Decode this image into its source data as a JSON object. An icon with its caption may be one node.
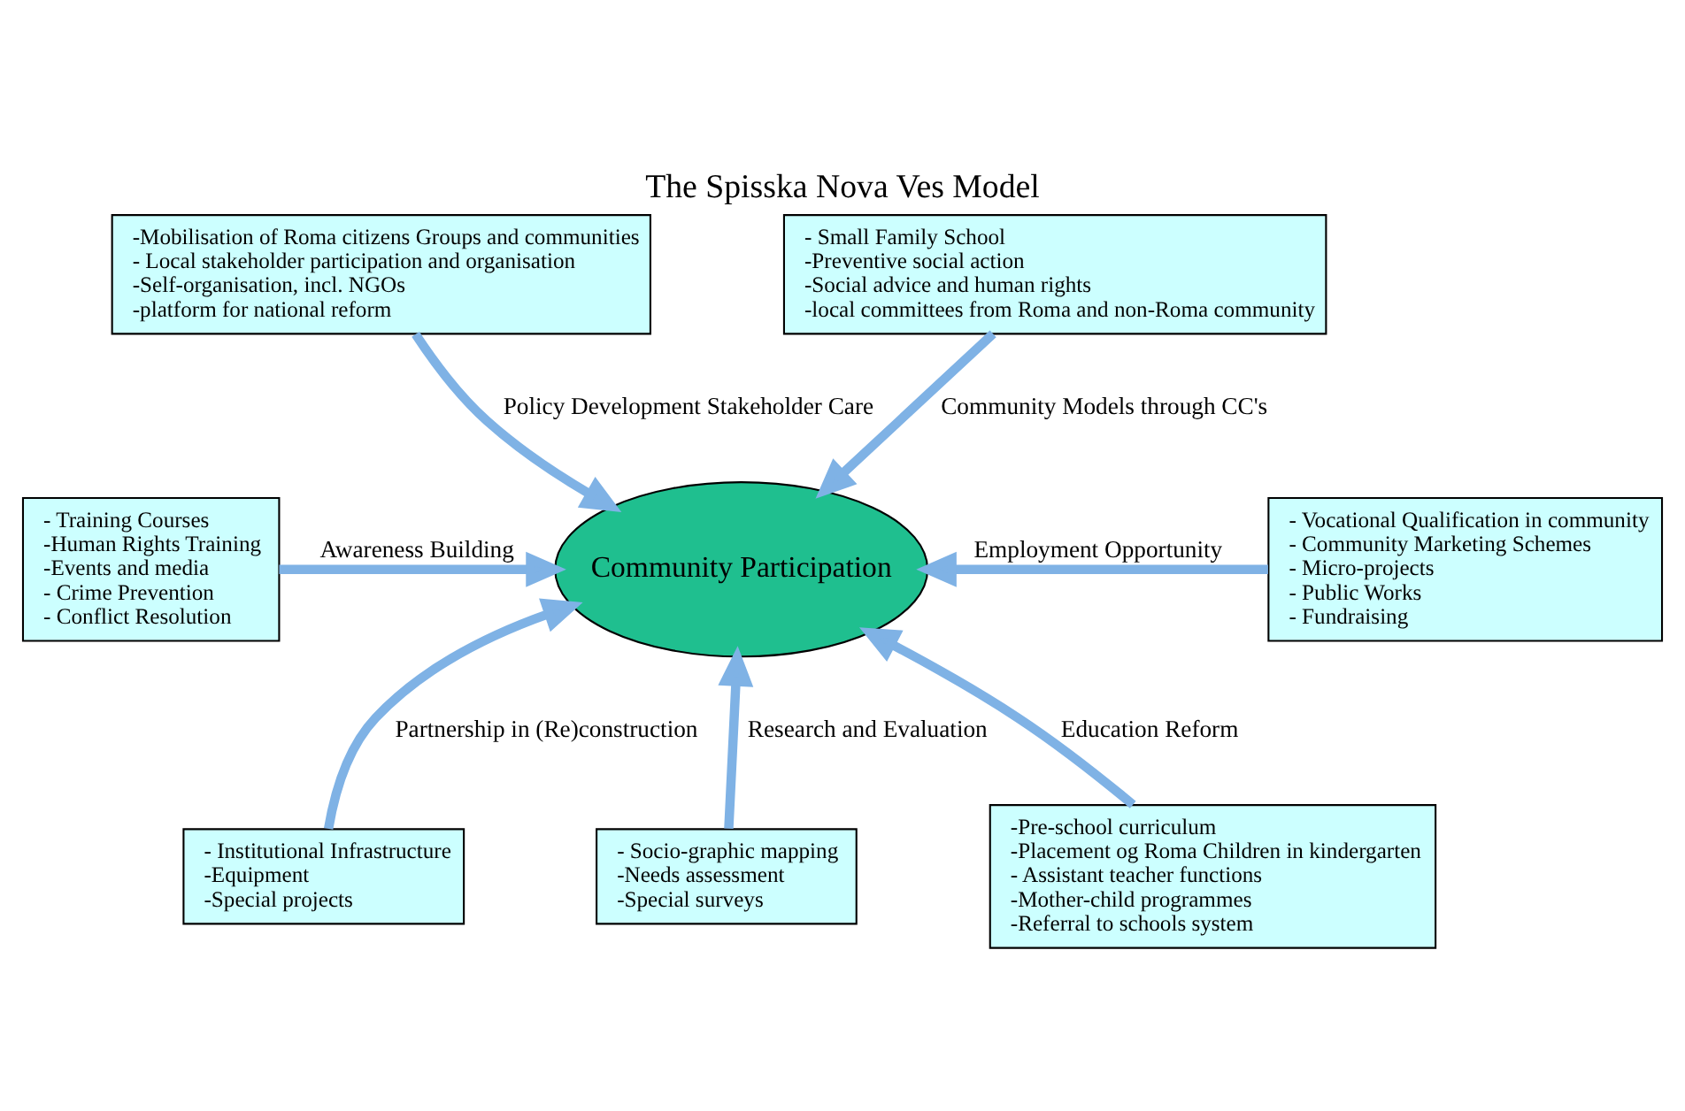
{
  "diagram": {
    "title": "The Spisska Nova Ves Model",
    "nodes": [
      {
        "text": [
          "Community Participation"
        ]
      },
      {
        "text": [
          "-Mobilisation of Roma citizens Groups and communities",
          "- Local stakeholder participation and organisation",
          "-Self-organisation, incl. NGOs",
          "-platform for national reform"
        ]
      },
      {
        "text": [
          "- Small Family School",
          "-Preventive social action",
          "-Social advice and human rights",
          "-local committees from Roma and non-Roma community"
        ]
      },
      {
        "text": [
          "- Training Courses",
          "-Human Rights Training",
          "-Events and media",
          "- Crime Prevention",
          "- Conflict Resolution"
        ]
      },
      {
        "text": [
          "- Vocational Qualification in community",
          "- Community Marketing Schemes",
          "- Micro-projects",
          "- Public Works",
          "- Fundraising"
        ]
      },
      {
        "text": [
          "- Institutional Infrastructure",
          "-Equipment",
          "-Special projects"
        ]
      },
      {
        "text": [
          "- Socio-graphic mapping",
          "-Needs assessment",
          "-Special surveys"
        ]
      },
      {
        "text": [
          "-Pre-school curriculum",
          "-Placement og Roma Children in kindergarten",
          "- Assistant teacher functions",
          "-Mother-child programmes",
          "-Referral to schools system"
        ]
      }
    ],
    "edges": [
      {
        "from": 1,
        "to": 0,
        "arrow": "to",
        "label": "Policy Development Stakeholder Care"
      },
      {
        "from": 2,
        "to": 0,
        "arrow": "to",
        "label": "Community Models through CC's"
      },
      {
        "from": 3,
        "to": 0,
        "arrow": "to",
        "label": "Awareness Building"
      },
      {
        "from": 4,
        "to": 0,
        "arrow": "to",
        "label": "Employment Opportunity"
      },
      {
        "from": 5,
        "to": 0,
        "arrow": "to",
        "label": "Partnership in (Re)construction"
      },
      {
        "from": 6,
        "to": 0,
        "arrow": "to",
        "label": "Research and Evaluation"
      },
      {
        "from": 7,
        "to": 0,
        "arrow": "to",
        "label": "Education Reform"
      }
    ]
  }
}
